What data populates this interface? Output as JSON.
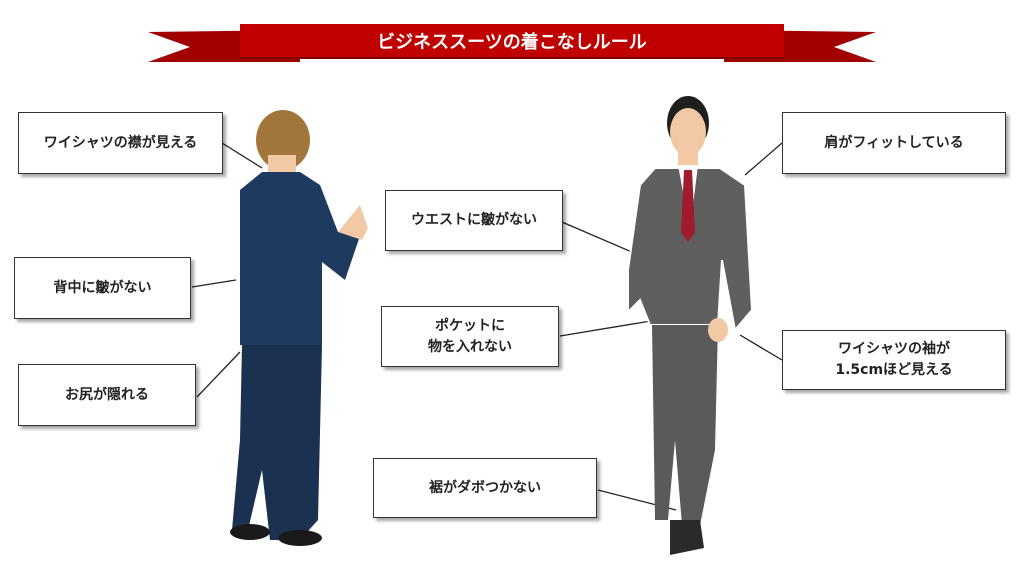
{
  "title": "ビジネススーツの着こなしルール",
  "callouts": {
    "collar": "ワイシャツの襟が見える",
    "back": "背中に皺がない",
    "hips": "お尻が隠れる",
    "waist": "ウエストに皺がない",
    "pocket": "ポケットに\n物を入れない",
    "hem": "裾がダボつかない",
    "shoulder": "肩がフィットしている",
    "sleeve": "ワイシャツの袖が\n1.5cmほど見える"
  },
  "colors": {
    "banner": "#c00000",
    "back_suit": "#1f3a5f",
    "front_suit": "#5f5f5f",
    "tie": "#a01c2c"
  }
}
